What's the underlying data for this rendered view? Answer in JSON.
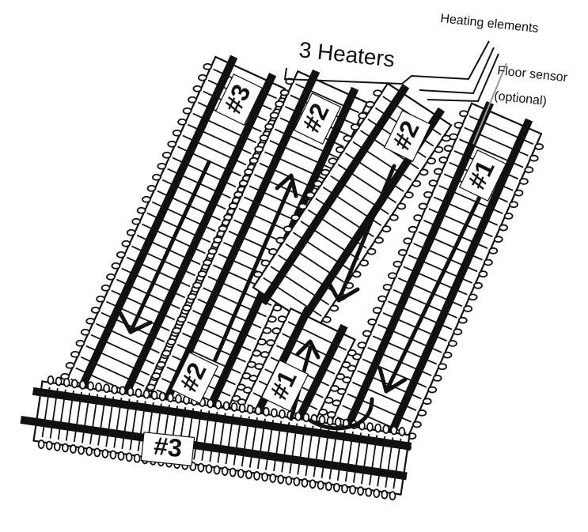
{
  "title": "3 Heaters",
  "callouts": {
    "heating_elements": "Heating elements",
    "floor_sensor": "Floor sensor",
    "floor_sensor_note": "(optional)"
  },
  "strip_labels": {
    "s3_top": "#3",
    "s2_a": "#2",
    "s2_b": "#2",
    "s1_right": "#1",
    "s2_bottom": "#2",
    "s1_center": "#1",
    "s3_bottom": "#3"
  },
  "colors": {
    "ink": "#111111",
    "sensor": "#999999",
    "background": "#ffffff"
  }
}
